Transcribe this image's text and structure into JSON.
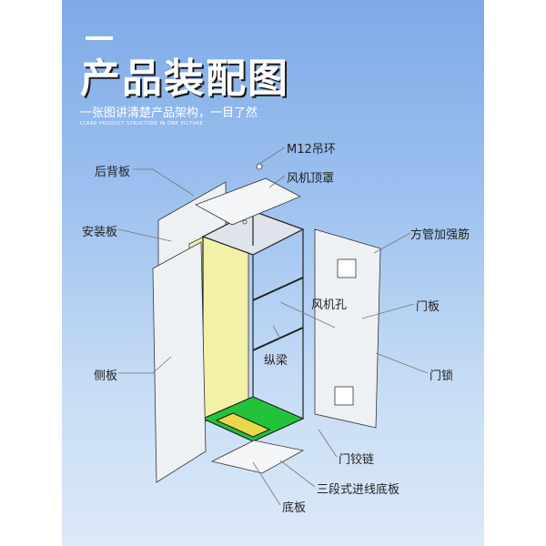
{
  "header": {
    "title": "产品装配图",
    "subtitle": "一张图讲清楚产品架构，一目了然",
    "subtitle_en": "CLEAR PRODUCT STRUCTURE IN ONE PICTURE"
  },
  "labels": {
    "m12_ring": "M12吊环",
    "back_panel": "后背板",
    "fan_top": "风机顶罩",
    "mount_plate": "安装板",
    "square_rib": "方管加强筋",
    "fan_hole": "风机孔",
    "door": "门板",
    "side_panel": "侧板",
    "beam": "纵梁",
    "door_lock": "门锁",
    "hinge": "门铰链",
    "cable_base": "三段式进线底板",
    "bottom": "底板"
  },
  "colors": {
    "accent": "#ffffff",
    "panel_fill": "#eef1f4",
    "mount_plate_fill": "#f3f0a8",
    "bottom_green": "#22c33a",
    "bottom_yellow": "#e8d84a"
  }
}
